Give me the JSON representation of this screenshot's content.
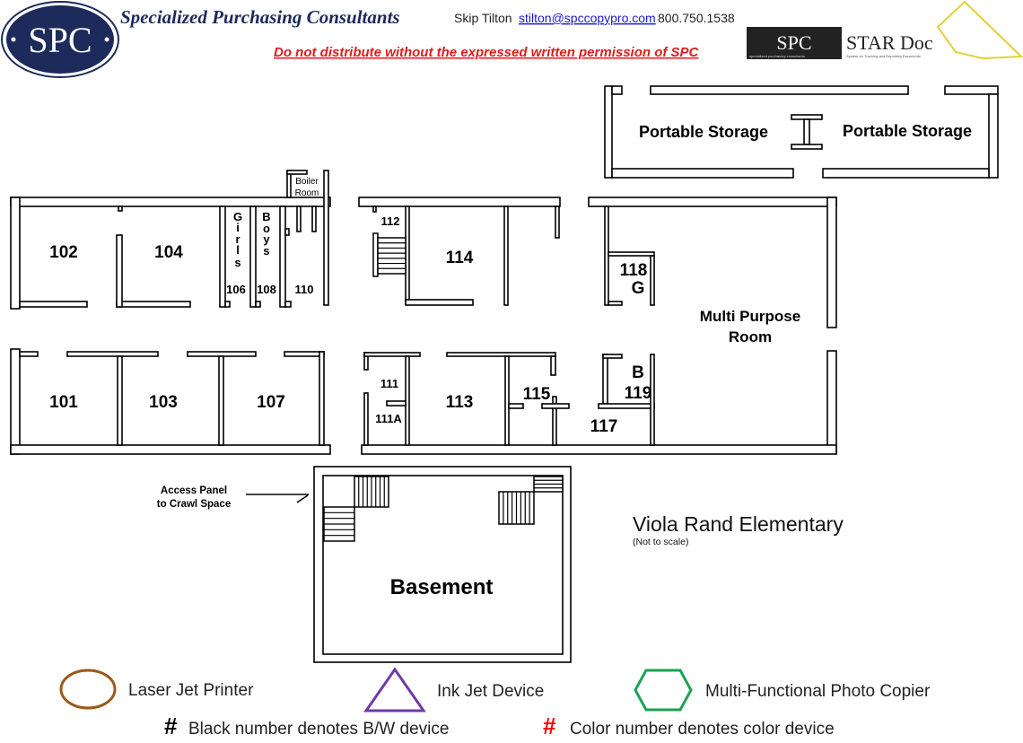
{
  "header": {
    "logo_text": "SPC",
    "company": "Specialized Purchasing Consultants",
    "contact_name": "Skip Tilton",
    "contact_email": "stilton@spccopypro.com",
    "contact_phone": "800.750.1538",
    "warning": "Do not distribute without the expressed written permission of SPC",
    "star_logo_left": "SPC",
    "star_logo_right": "STAR Doc",
    "star_logo_sub_left": "specialized purchasing consultants",
    "star_logo_sub_right": "System for Tracking and Reporting Documents"
  },
  "plan": {
    "school_name": "Viola Rand Elementary",
    "scale_note": "(Not to scale)",
    "access_panel_line1": "Access Panel",
    "access_panel_line2": "to Crawl Space",
    "rooms": {
      "r102": "102",
      "r104": "104",
      "r106": "106",
      "r108": "108",
      "r110": "110",
      "r101": "101",
      "r103": "103",
      "r107": "107",
      "r111": "111",
      "r111a": "111A",
      "r112": "112",
      "r113": "113",
      "r114": "114",
      "r115": "115",
      "r117": "117",
      "r118": "118",
      "r118g": "G",
      "r119": "119",
      "r119b": "B",
      "girls": [
        "G",
        "i",
        "r",
        "l",
        "s"
      ],
      "boys": [
        "B",
        "o",
        "y",
        "s"
      ],
      "boiler1": "Boiler",
      "boiler2": "Room",
      "multi1": "Multi Purpose",
      "multi2": "Room",
      "storage_left": "Portable Storage",
      "storage_right": "Portable Storage",
      "basement": "Basement"
    }
  },
  "legend": {
    "laser": "Laser Jet Printer",
    "inkjet": "Ink Jet Device",
    "mfp": "Multi-Functional Photo Copier",
    "hash": "#",
    "bw_note": "Black number denotes B/W device",
    "color_note": "Color number denotes color device",
    "colors": {
      "laser": "#9b5a1a",
      "inkjet": "#6f3aa6",
      "mfp": "#1aa352",
      "color_hash": "#ff0000",
      "brand": "#1c2a5c",
      "warning": "#e01b1b"
    }
  }
}
